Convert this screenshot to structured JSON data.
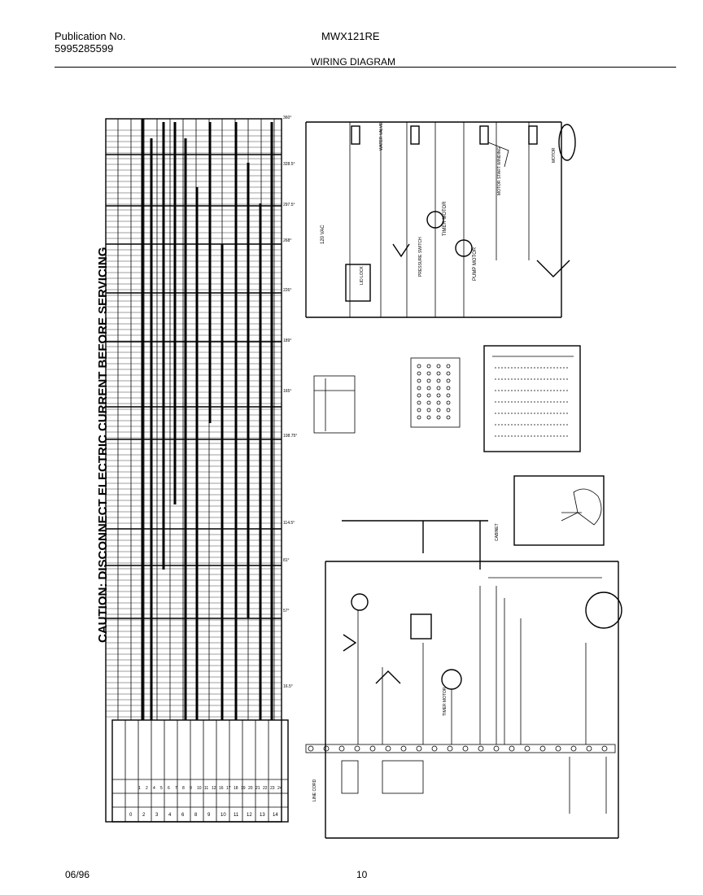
{
  "header": {
    "publication_label": "Publication No.",
    "publication_number": "5995285599",
    "model": "MWX121RE",
    "title": "WIRING DIAGRAM"
  },
  "caution": "CAUTION: DISCONNECT ELECTRIC CURRENT BEFORE SERVICING",
  "footer": {
    "date": "06/96",
    "page": "10"
  },
  "timer_chart": {
    "angle_marks": [
      "360°",
      "328.5°",
      "297.5°",
      "268°",
      "226°",
      "189°",
      "165°",
      "108.75°",
      "114.5°",
      "81°",
      "57°",
      "16.5°"
    ],
    "circuit_numbers": [
      "0",
      "2",
      "3",
      "4",
      "6",
      "8",
      "9",
      "10",
      "11",
      "12",
      "13",
      "14"
    ],
    "terminal_numbers": [
      "1",
      "2",
      "4",
      "5",
      "6",
      "7",
      "8",
      "9",
      "10",
      "11",
      "12",
      "16",
      "17",
      "18",
      "19",
      "20",
      "21",
      "22",
      "23",
      "24"
    ]
  },
  "schematic": {
    "supply": "120 VAC",
    "labels": [
      "WATER VALVE",
      "TIMER MOTOR",
      "PUMP MOTOR",
      "PRESSURE SWITCH",
      "LID LOCK",
      "MOTOR START WINDING",
      "MOTOR"
    ]
  },
  "pictorial": {
    "labels": [
      "TIMER MOTOR",
      "CABINET",
      "LINE CORD"
    ]
  }
}
